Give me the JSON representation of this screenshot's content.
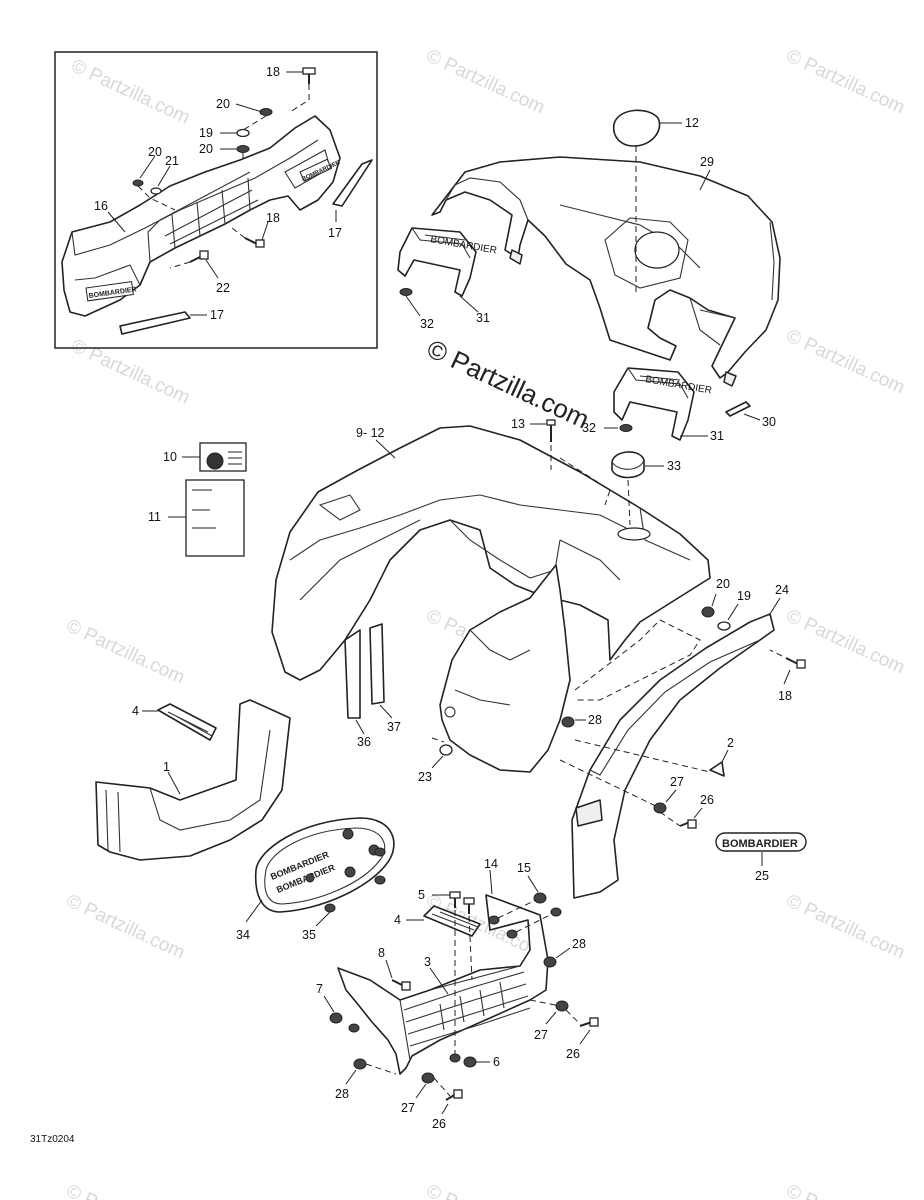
{
  "watermark": {
    "text": "© Partzilla.com",
    "center_text": "© Partzilla.com"
  },
  "drawing_code": "31Tz0204",
  "inset_labels": [
    "18",
    "20",
    "19",
    "20",
    "20",
    "21",
    "16",
    "18",
    "17",
    "22",
    "17"
  ],
  "callouts": {
    "c12": "12",
    "c29": "29",
    "c31a": "31",
    "c32a": "32",
    "c13": "13",
    "c32b": "32",
    "c31b": "31",
    "c30": "30",
    "c33": "33",
    "c9_12": "9- 12",
    "c10": "10",
    "c11": "11",
    "c20": "20",
    "c19": "19",
    "c24": "24",
    "c18": "18",
    "c28a": "28",
    "c2": "2",
    "c36": "36",
    "c37": "37",
    "c23": "23",
    "c27a": "27",
    "c26a": "26",
    "c25": "25",
    "c4a": "4",
    "c1": "1",
    "c34": "34",
    "c35": "35",
    "c5": "5",
    "c4b": "4",
    "c14": "14",
    "c15": "15",
    "c8": "8",
    "c3": "3",
    "c28b": "28",
    "c7": "7",
    "c27b": "27",
    "c26b": "26",
    "c6": "6",
    "c28c": "28",
    "c27c": "27",
    "c26c": "26"
  },
  "decals": {
    "bombardier": "BOMBARDIER",
    "bombardier_small": "BOMBARDIER"
  }
}
